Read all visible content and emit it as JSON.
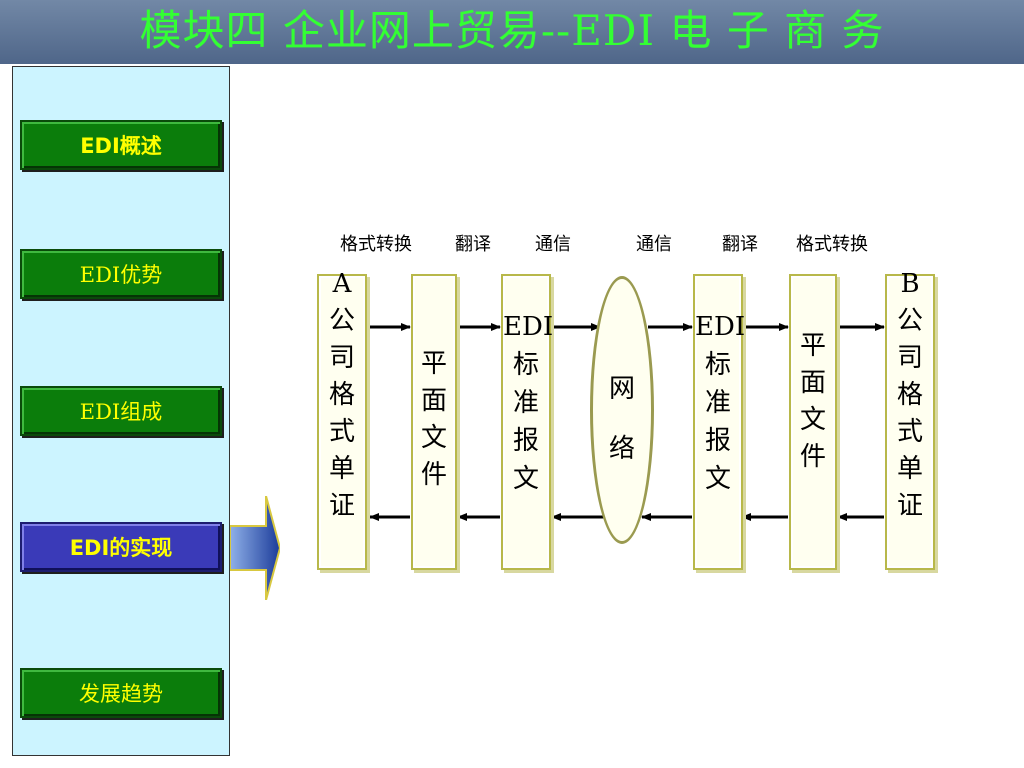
{
  "title": "模块四  企业网上贸易--EDI 电 子 商 务",
  "sidebar": {
    "items": [
      {
        "label": "EDI概述"
      },
      {
        "label": "EDI优势"
      },
      {
        "label": "EDI组成"
      },
      {
        "label": "EDI的实现"
      },
      {
        "label": "发展趋势"
      }
    ]
  },
  "diagram": {
    "labels": [
      "格式转换",
      "翻译",
      "通信",
      "通信",
      "翻译",
      "格式转换"
    ],
    "boxes": [
      "A\n公\n司\n格\n式\n单\n证",
      "平\n面\n文\n件",
      "EDI\n标\n准\n报\n文",
      "EDI\n标\n准\n报\n文",
      "平\n面\n文\n件",
      "B\n公\n司\n格\n式\n单\n证"
    ],
    "network": "网\n络"
  },
  "colors": {
    "title_text": "#33ff33",
    "nav_text": "#ffff00",
    "nav_bg": "#0b7d0b",
    "nav_active_bg": "#3a3ab8"
  }
}
